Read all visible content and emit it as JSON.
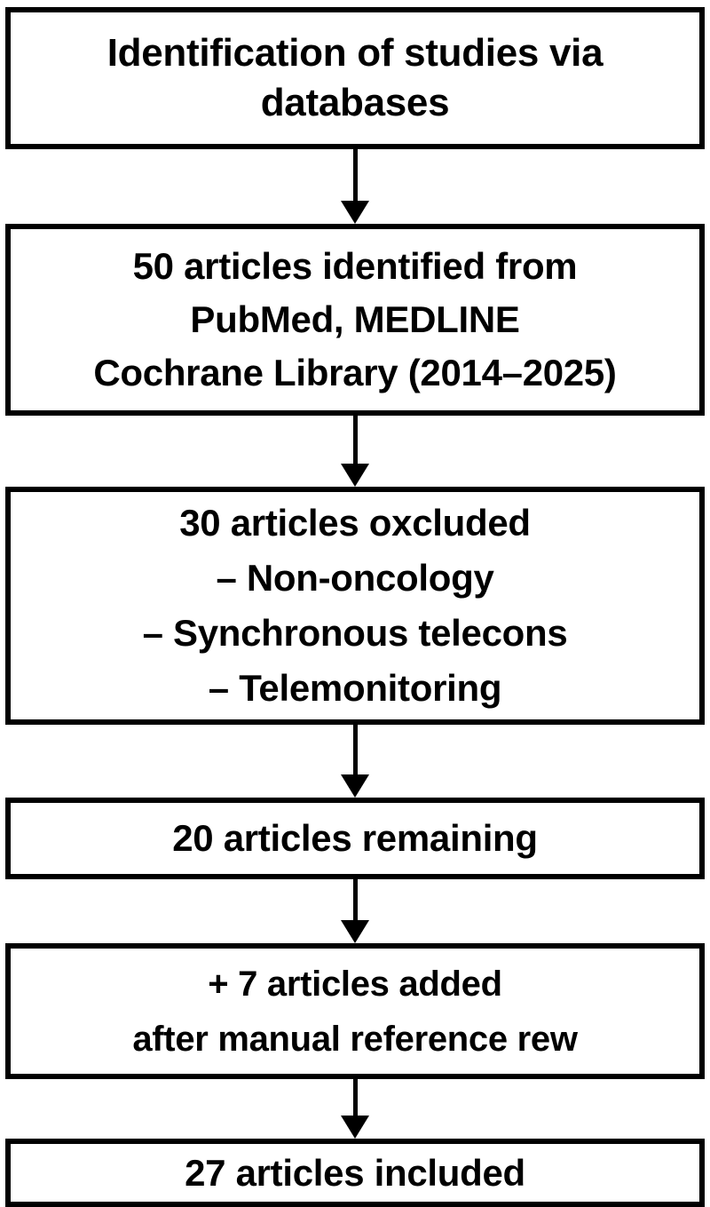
{
  "diagram": {
    "type": "prisma-flow-diagram",
    "orientation": "vertical",
    "background_color": "#ffffff",
    "stroke_color": "#000000",
    "nodes": [
      {
        "id": "identification",
        "lines": [
          "Identification of studies via",
          "databases"
        ]
      },
      {
        "id": "search-results",
        "lines": [
          "50 articles identified from",
          "PubMed, MEDLINE",
          "Cochrane Library (2014–2025)"
        ]
      },
      {
        "id": "excluded",
        "lines": [
          "30 articles oxcluded",
          "– Non-oncology",
          "– Synchronous telecons",
          "– Telemonitoring"
        ]
      },
      {
        "id": "remaining",
        "lines": [
          "20 articles remaining"
        ]
      },
      {
        "id": "added",
        "lines": [
          "+ 7 articles added",
          "after manual reference rew"
        ]
      },
      {
        "id": "included",
        "lines": [
          "27 articles included"
        ]
      }
    ],
    "connectors": [
      {
        "id": "arrow-1",
        "from": "identification",
        "to": "search-results",
        "glyph": "down-arrow"
      },
      {
        "id": "arrow-2",
        "from": "search-results",
        "to": "excluded",
        "glyph": "down-arrow"
      },
      {
        "id": "arrow-3",
        "from": "excluded",
        "to": "remaining",
        "glyph": "down-arrow"
      },
      {
        "id": "arrow-4",
        "from": "remaining",
        "to": "added",
        "glyph": "down-arrow"
      },
      {
        "id": "arrow-5",
        "from": "added",
        "to": "included",
        "glyph": "down-arrow"
      }
    ]
  }
}
